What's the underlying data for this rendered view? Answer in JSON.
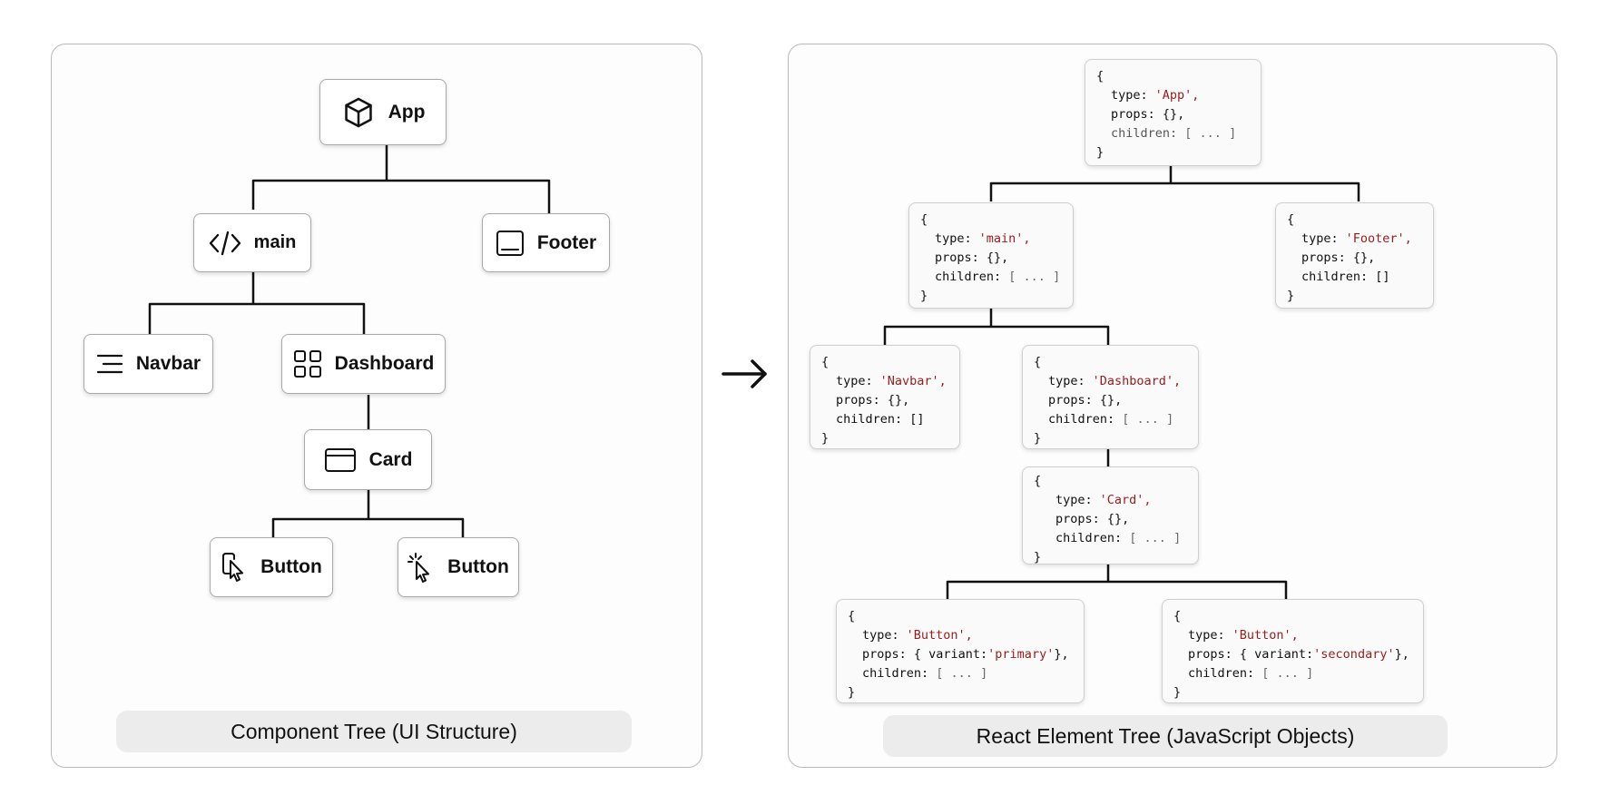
{
  "component_tree": {
    "caption": "Component Tree (UI Structure)",
    "nodes": {
      "app": {
        "label": "App",
        "icon": "cube-icon"
      },
      "main": {
        "label": "main",
        "icon": "code-icon"
      },
      "footer": {
        "label": "Footer",
        "icon": "window-icon"
      },
      "navbar": {
        "label": "Navbar",
        "icon": "menu-lines-icon"
      },
      "dashboard": {
        "label": "Dashboard",
        "icon": "grid-icon"
      },
      "card": {
        "label": "Card",
        "icon": "card-icon"
      },
      "button_primary": {
        "label": "Button",
        "icon": "pointer-click-icon"
      },
      "button_secondary": {
        "label": "Button",
        "icon": "pointer-sparkle-icon"
      }
    }
  },
  "element_tree": {
    "caption": "React Element Tree (JavaScript Objects)",
    "objects": {
      "app": {
        "open": "{",
        "type_key": "type:",
        "type_val": "'App',",
        "props": "props: {},",
        "children_key": "children:",
        "children_val": "[ ... ]",
        "close": "}"
      },
      "main": {
        "open": "{",
        "type_key": "type:",
        "type_val": "'main',",
        "props": "props: {},",
        "children_key": "children:",
        "children_val": "[ ... ]",
        "close": "}"
      },
      "footer": {
        "open": "{",
        "type_key": "type:",
        "type_val": "'Footer',",
        "props": "props: {},",
        "children_key": "children:",
        "children_val": "[]",
        "close": "}"
      },
      "navbar": {
        "open": "{",
        "type_key": "type:",
        "type_val": "'Navbar',",
        "props": "props: {},",
        "children_key": "children:",
        "children_val": "[]",
        "close": "}"
      },
      "dashboard": {
        "open": "{",
        "type_key": "type:",
        "type_val": "'Dashboard',",
        "props": "props: {},",
        "children_key": "children:",
        "children_val": "[ ... ]",
        "close": "}"
      },
      "card": {
        "open": "{",
        "type_key": "type:",
        "type_val": "'Card',",
        "props": "props: {},",
        "children_key": "children:",
        "children_val": "[ ... ]",
        "close": "}"
      },
      "button_primary": {
        "open": "{",
        "type_key": "type:",
        "type_val": "'Button',",
        "props_key": "props: { variant:",
        "props_val": "'primary'",
        "props_end": "},",
        "children_key": "children:",
        "children_val": "[ ... ]",
        "close": "}"
      },
      "button_secondary": {
        "open": "{",
        "type_key": "type:",
        "type_val": "'Button',",
        "props_key": "props: { variant:",
        "props_val": "'secondary'",
        "props_end": "},",
        "children_key": "children:",
        "children_val": "[ ... ]",
        "close": "}"
      }
    }
  },
  "arrow_icon": "right-arrow-icon",
  "colors": {
    "string_literal": "#9a1c1c",
    "ellipsis": "#6a6a6a",
    "caption_bg": "#ececec",
    "connector": "#111111"
  }
}
